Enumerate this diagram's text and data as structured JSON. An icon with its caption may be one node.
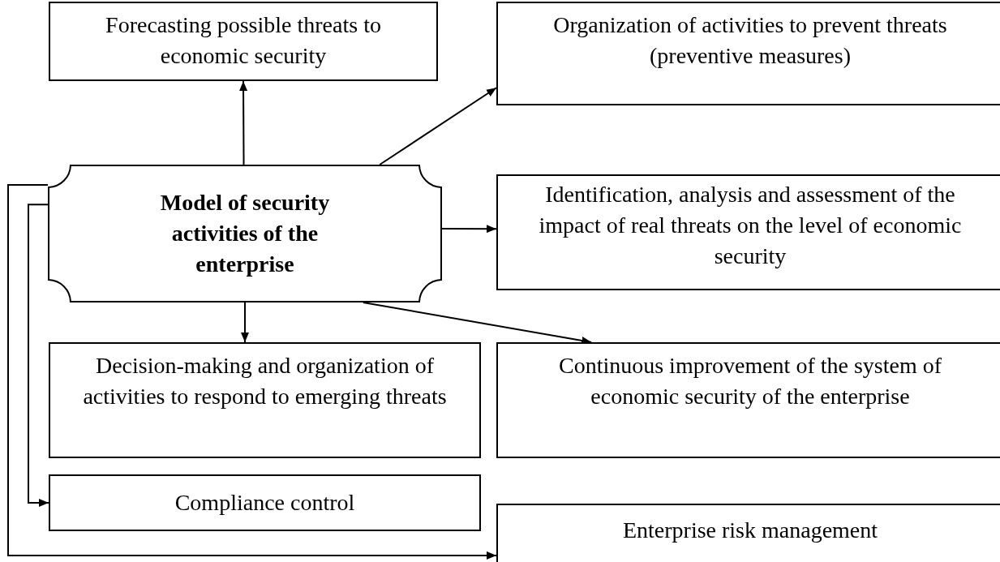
{
  "diagram": {
    "nodes": [
      {
        "text": [
          "Forecasting possible threats to economic security"
        ]
      },
      {
        "text": [
          "Organization of activities to prevent threats (preventive measures)"
        ]
      },
      {
        "text": [
          "Model of security activities of the enterprise"
        ]
      },
      {
        "text": [
          "Identification, analysis and assessment of the impact of real threats on the level of economic security"
        ]
      },
      {
        "text": [
          "Decision-making and organization of activities to respond to emerging threats"
        ]
      },
      {
        "text": [
          "Continuous improvement of the system of economic security of the enterprise"
        ]
      },
      {
        "text": [
          "Compliance control"
        ]
      },
      {
        "text": [
          "Enterprise risk management"
        ]
      }
    ],
    "edges": [
      {
        "from": 2,
        "to": 0,
        "arrow": "to"
      },
      {
        "from": 2,
        "to": 1,
        "arrow": "to"
      },
      {
        "from": 2,
        "to": 3,
        "arrow": "to"
      },
      {
        "from": 2,
        "to": 4,
        "arrow": "to"
      },
      {
        "from": 2,
        "to": 5,
        "arrow": "to"
      },
      {
        "from": 2,
        "to": 6,
        "arrow": "to"
      },
      {
        "from": 2,
        "to": 7,
        "arrow": "to"
      }
    ]
  }
}
